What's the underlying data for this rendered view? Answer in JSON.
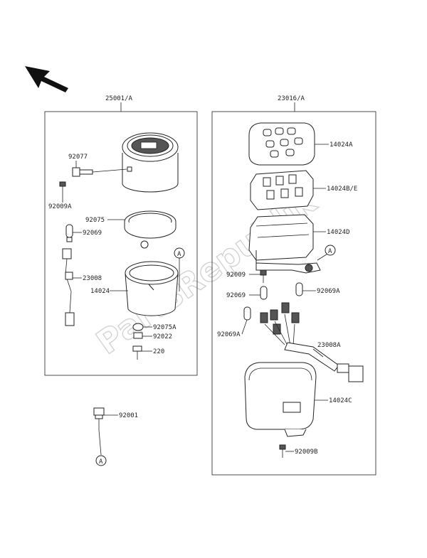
{
  "groups": {
    "left": "25001/A",
    "right": "23016/A"
  },
  "labels": {
    "p92077": "92077",
    "p92009A_l": "92009A",
    "p92075": "92075",
    "p92069_l": "92069",
    "p23008": "23008",
    "p14024": "14024",
    "p92075A": "92075A",
    "p92022": "92022",
    "p220": "220",
    "p92001": "92001",
    "p14024A": "14024A",
    "p14024BE": "14024B/E",
    "p14024D": "14024D",
    "p92009": "92009",
    "p92069_r": "92069",
    "p92069A_r": "92069A",
    "p92069A_l": "92069A",
    "p23008A": "23008A",
    "p14024C": "14024C",
    "p92009B": "92009B"
  },
  "refs": {
    "a": "A"
  },
  "watermark": "PartsRepublik"
}
